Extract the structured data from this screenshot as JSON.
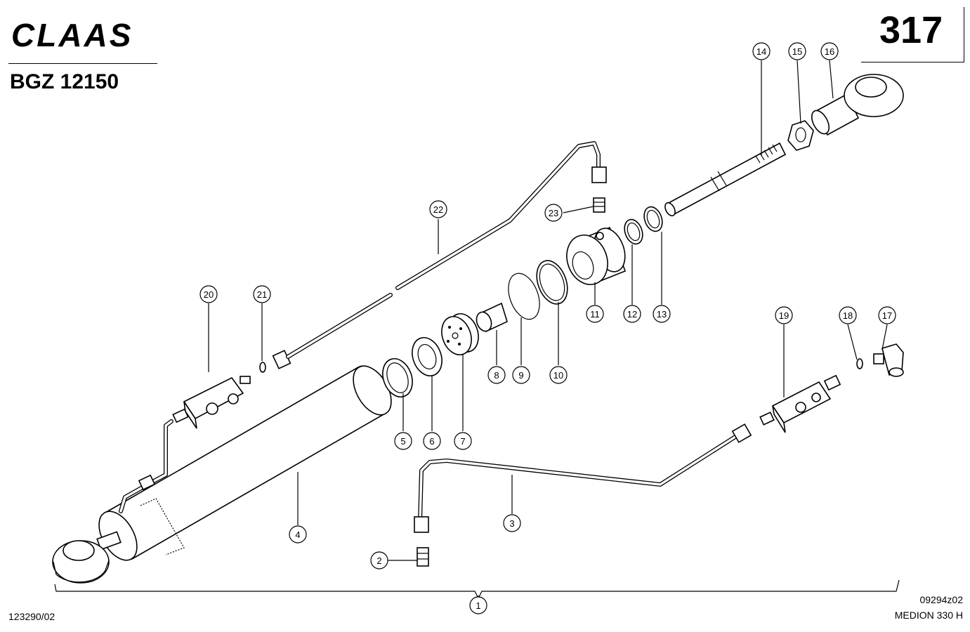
{
  "header": {
    "brand": "CLAAS",
    "model_code": "BGZ 12150",
    "page_number": "317"
  },
  "footer": {
    "drawing_ref": "123290/02",
    "image_code": "09294z02",
    "machine": "MEDION 330 H"
  },
  "callouts": [
    "1",
    "2",
    "3",
    "4",
    "5",
    "6",
    "7",
    "8",
    "9",
    "10",
    "11",
    "12",
    "13",
    "14",
    "15",
    "16",
    "17",
    "18",
    "19",
    "20",
    "21",
    "22",
    "23"
  ]
}
